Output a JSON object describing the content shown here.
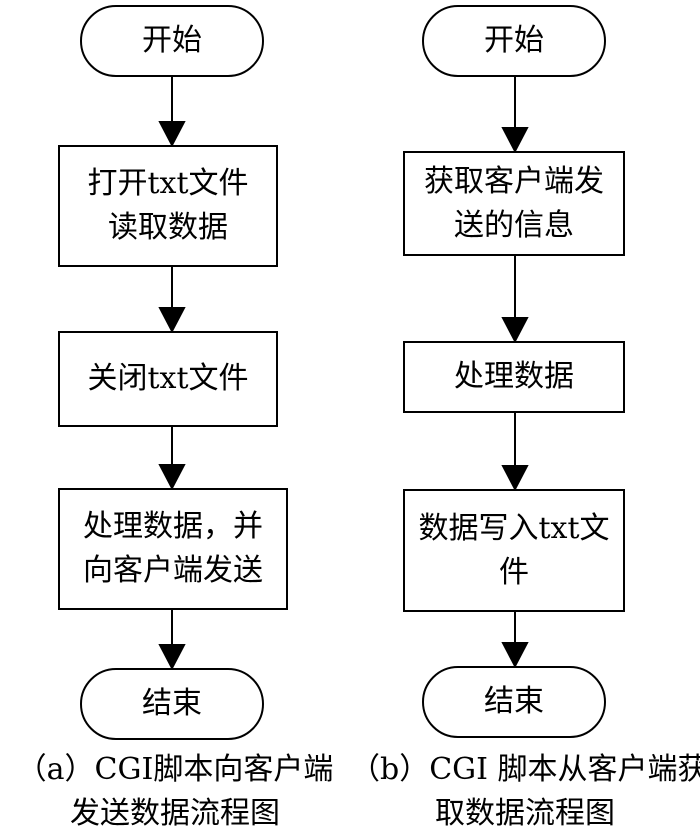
{
  "diagram_a": {
    "start": "开始",
    "step1_line1": "打开txt文件",
    "step1_line2": "读取数据",
    "step2": "关闭txt文件",
    "step3_line1": "处理数据，并",
    "step3_line2": "向客户端发送",
    "end": "结束",
    "caption_line1": "（a）CGI脚本向客户端",
    "caption_line2": "发送数据流程图"
  },
  "diagram_b": {
    "start": "开始",
    "step1_line1": "获取客户端发",
    "step1_line2": "送的信息",
    "step2": "处理数据",
    "step3_line1": "数据写入txt文",
    "step3_line2": "件",
    "end": "结束",
    "caption_line1": "（b）CGI 脚本从客户端获",
    "caption_line2": "取数据流程图"
  }
}
